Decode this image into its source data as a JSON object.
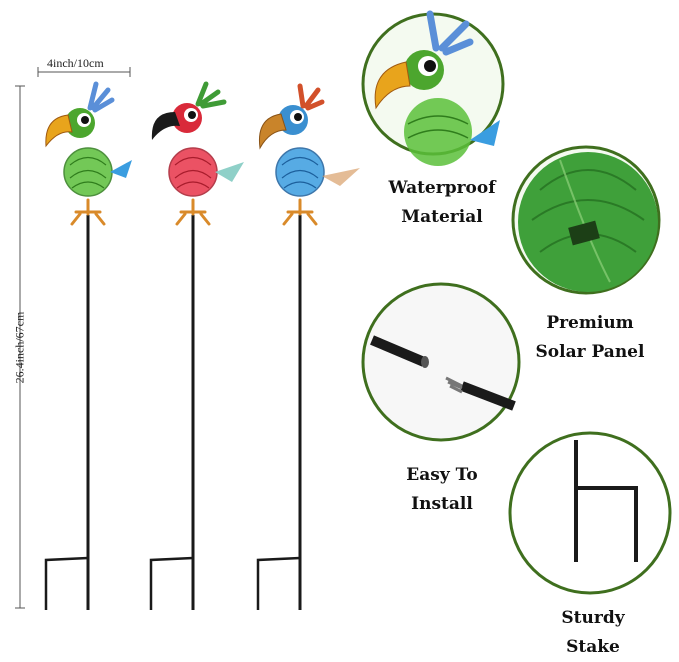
{
  "dimensions": {
    "width_label": "4inch/10cm",
    "height_label": "26.4inch/67cm"
  },
  "features": [
    {
      "name": "waterproof",
      "line1": "Waterproof",
      "line2": "Material",
      "icon": "parrot-lantern-closeup"
    },
    {
      "name": "solar-panel",
      "line1": "Premium",
      "line2": "Solar Panel",
      "icon": "green-glass-globe"
    },
    {
      "name": "install",
      "line1": "Easy To",
      "line2": "Install",
      "icon": "stake-connector"
    },
    {
      "name": "stake",
      "line1": "Sturdy",
      "line2": "Stake",
      "icon": "stake-base"
    }
  ],
  "products": [
    {
      "color": "green",
      "body_hex": "#5bbf3a",
      "beak_hex": "#e8a41c"
    },
    {
      "color": "red",
      "body_hex": "#e8354a",
      "beak_hex": "#1a1a1a"
    },
    {
      "color": "blue",
      "body_hex": "#3a9de0",
      "beak_hex": "#c9842a"
    }
  ],
  "colors": {
    "circle_border": "#3f6f1e",
    "stake": "#1a1a1a"
  }
}
